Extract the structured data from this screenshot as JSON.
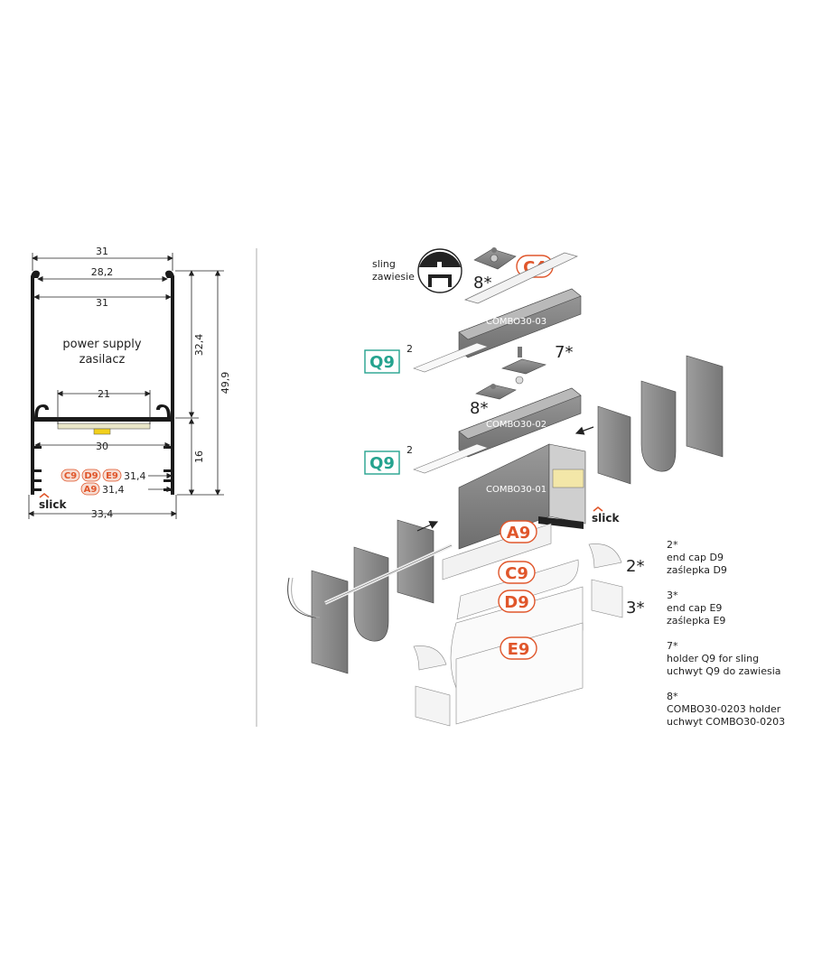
{
  "dimensions": {
    "top_width": "31",
    "inner_width": "28,2",
    "chamber_width": "31",
    "pcb_width": "21",
    "lower_width": "30",
    "lens_width_1": "31,4",
    "lens_width_2": "31,4",
    "total_width": "33,4",
    "upper_height": "32,4",
    "total_height": "49,9",
    "lower_height": "16"
  },
  "profile_label": {
    "line1": "power supply",
    "line2": "zasilacz"
  },
  "pill_tags": {
    "c9": "C9",
    "d9": "D9",
    "e9": "E9",
    "a9": "A9"
  },
  "brand": "slick",
  "sling_label": {
    "line1": "sling",
    "line2": "zawiesie"
  },
  "tags": {
    "c4": "C4",
    "q9_top": "Q9",
    "q9_top_sup": "2",
    "q9_bottom": "Q9",
    "q9_bottom_sup": "2",
    "a9": "A9",
    "c9": "C9",
    "d9": "D9",
    "e9": "E9"
  },
  "callouts": {
    "eight_top": "8*",
    "eight_mid": "8*",
    "seven": "7*",
    "two": "2*",
    "three": "3*"
  },
  "profiles": {
    "combo03": "COMBO30-03",
    "combo02": "COMBO30-02",
    "combo01": "COMBO30-01"
  },
  "legend": [
    {
      "num": "2*",
      "en": "end cap D9",
      "pl": "zaślepka D9"
    },
    {
      "num": "3*",
      "en": "end cap E9",
      "pl": "zaślepka E9"
    },
    {
      "num": "7*",
      "en": "holder Q9 for sling",
      "pl": "uchwyt Q9 do zawiesia"
    },
    {
      "num": "8*",
      "en": "COMBO30-0203 holder",
      "pl": "uchwyt COMBO30-0203"
    }
  ],
  "colors": {
    "accent_orange": "#e0562b",
    "accent_teal": "#25a38f",
    "aluminium": "#8c8c8c",
    "profile_black": "#1a1a1a"
  }
}
